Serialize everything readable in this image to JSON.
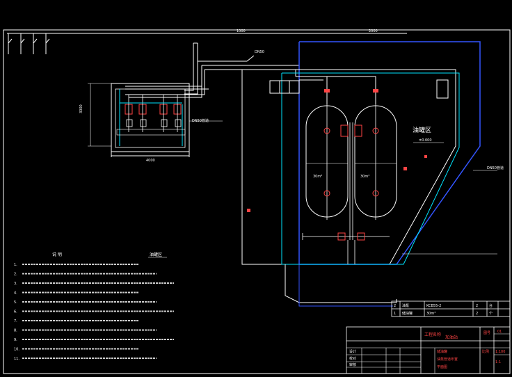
{
  "drawing": {
    "zone_label": "油罐区",
    "elevation_label": "±0.000",
    "section_title": "油罐区",
    "notes_heading": "说 明",
    "tank_left_label": "30m³",
    "tank_right_label": "30m³",
    "dims": {
      "top_left": "1000",
      "top_mid": "2000",
      "pump_width": "4000",
      "pump_height": "3000"
    },
    "callouts": {
      "pipe_top": "DN50",
      "right_side": "DN50管道",
      "pump_right": "DN50管道"
    },
    "notes": [
      "1.",
      "2.",
      "3.",
      "4.",
      "5.",
      "6.",
      "7.",
      "8.",
      "9.",
      "10.",
      "11."
    ]
  },
  "parts_table": {
    "rows": [
      {
        "no": "2",
        "name": "油泵",
        "spec": "KCB55-2",
        "qty": "2",
        "unit": "台"
      },
      {
        "no": "1",
        "name": "储油罐",
        "spec": "30m³",
        "qty": "2",
        "unit": "个"
      }
    ]
  },
  "title_block": {
    "project_label": "工程名称",
    "project_value": "加油站",
    "sheet_label": "图号",
    "sheet_value": "01",
    "design_label": "设计",
    "check_label": "校对",
    "approve_label": "审核",
    "drawing_title_1": "储油罐",
    "drawing_title_2": "油泵管道布置",
    "drawing_title_3": "平面图",
    "scale_label": "比例",
    "scale_value": "1:100",
    "page_value": "1-1"
  }
}
